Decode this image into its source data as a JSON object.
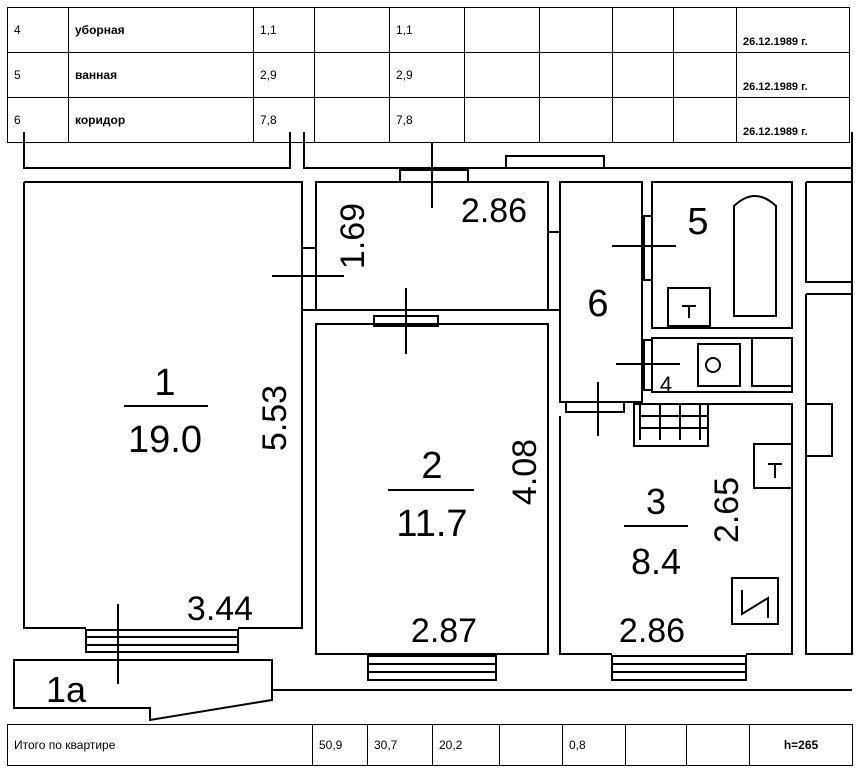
{
  "rooms_table": {
    "rows": [
      {
        "num": "4",
        "name": "уборная",
        "area": "1,1",
        "c4": "",
        "area2": "1,1",
        "c6": "",
        "c7": "",
        "c8": "",
        "c9": "",
        "date": "26.12.1989 г."
      },
      {
        "num": "5",
        "name": "ванная",
        "area": "2,9",
        "c4": "",
        "area2": "2,9",
        "c6": "",
        "c7": "",
        "c8": "",
        "c9": "",
        "date": "26.12.1989 г."
      },
      {
        "num": "6",
        "name": "коридор",
        "area": "7,8",
        "c4": "",
        "area2": "7,8",
        "c6": "",
        "c7": "",
        "c8": "",
        "c9": "",
        "date": "26.12.1989 г."
      }
    ]
  },
  "plan": {
    "room1": {
      "num": "1",
      "area": "19.0",
      "dim_width": "3.44",
      "dim_length": "5.53"
    },
    "room1a": {
      "num": "1а"
    },
    "room2": {
      "num": "2",
      "area": "11.7",
      "dim_width": "2.87",
      "dim_length": "4.08"
    },
    "room3": {
      "num": "3",
      "area": "8.4",
      "dim_width": "2.86",
      "dim_length": "2.65"
    },
    "room4": {
      "num": "4"
    },
    "room5": {
      "num": "5"
    },
    "room6": {
      "num": "6"
    },
    "storage": {
      "dim_width": "2.86",
      "dim_length": "1.69"
    }
  },
  "totals": {
    "label": "Итого по квартире",
    "total_area": "50,9",
    "living_area": "30,7",
    "aux_area": "20,2",
    "c5": "",
    "loggia": "0,8",
    "c7": "",
    "c8": "",
    "height": "h=265"
  }
}
